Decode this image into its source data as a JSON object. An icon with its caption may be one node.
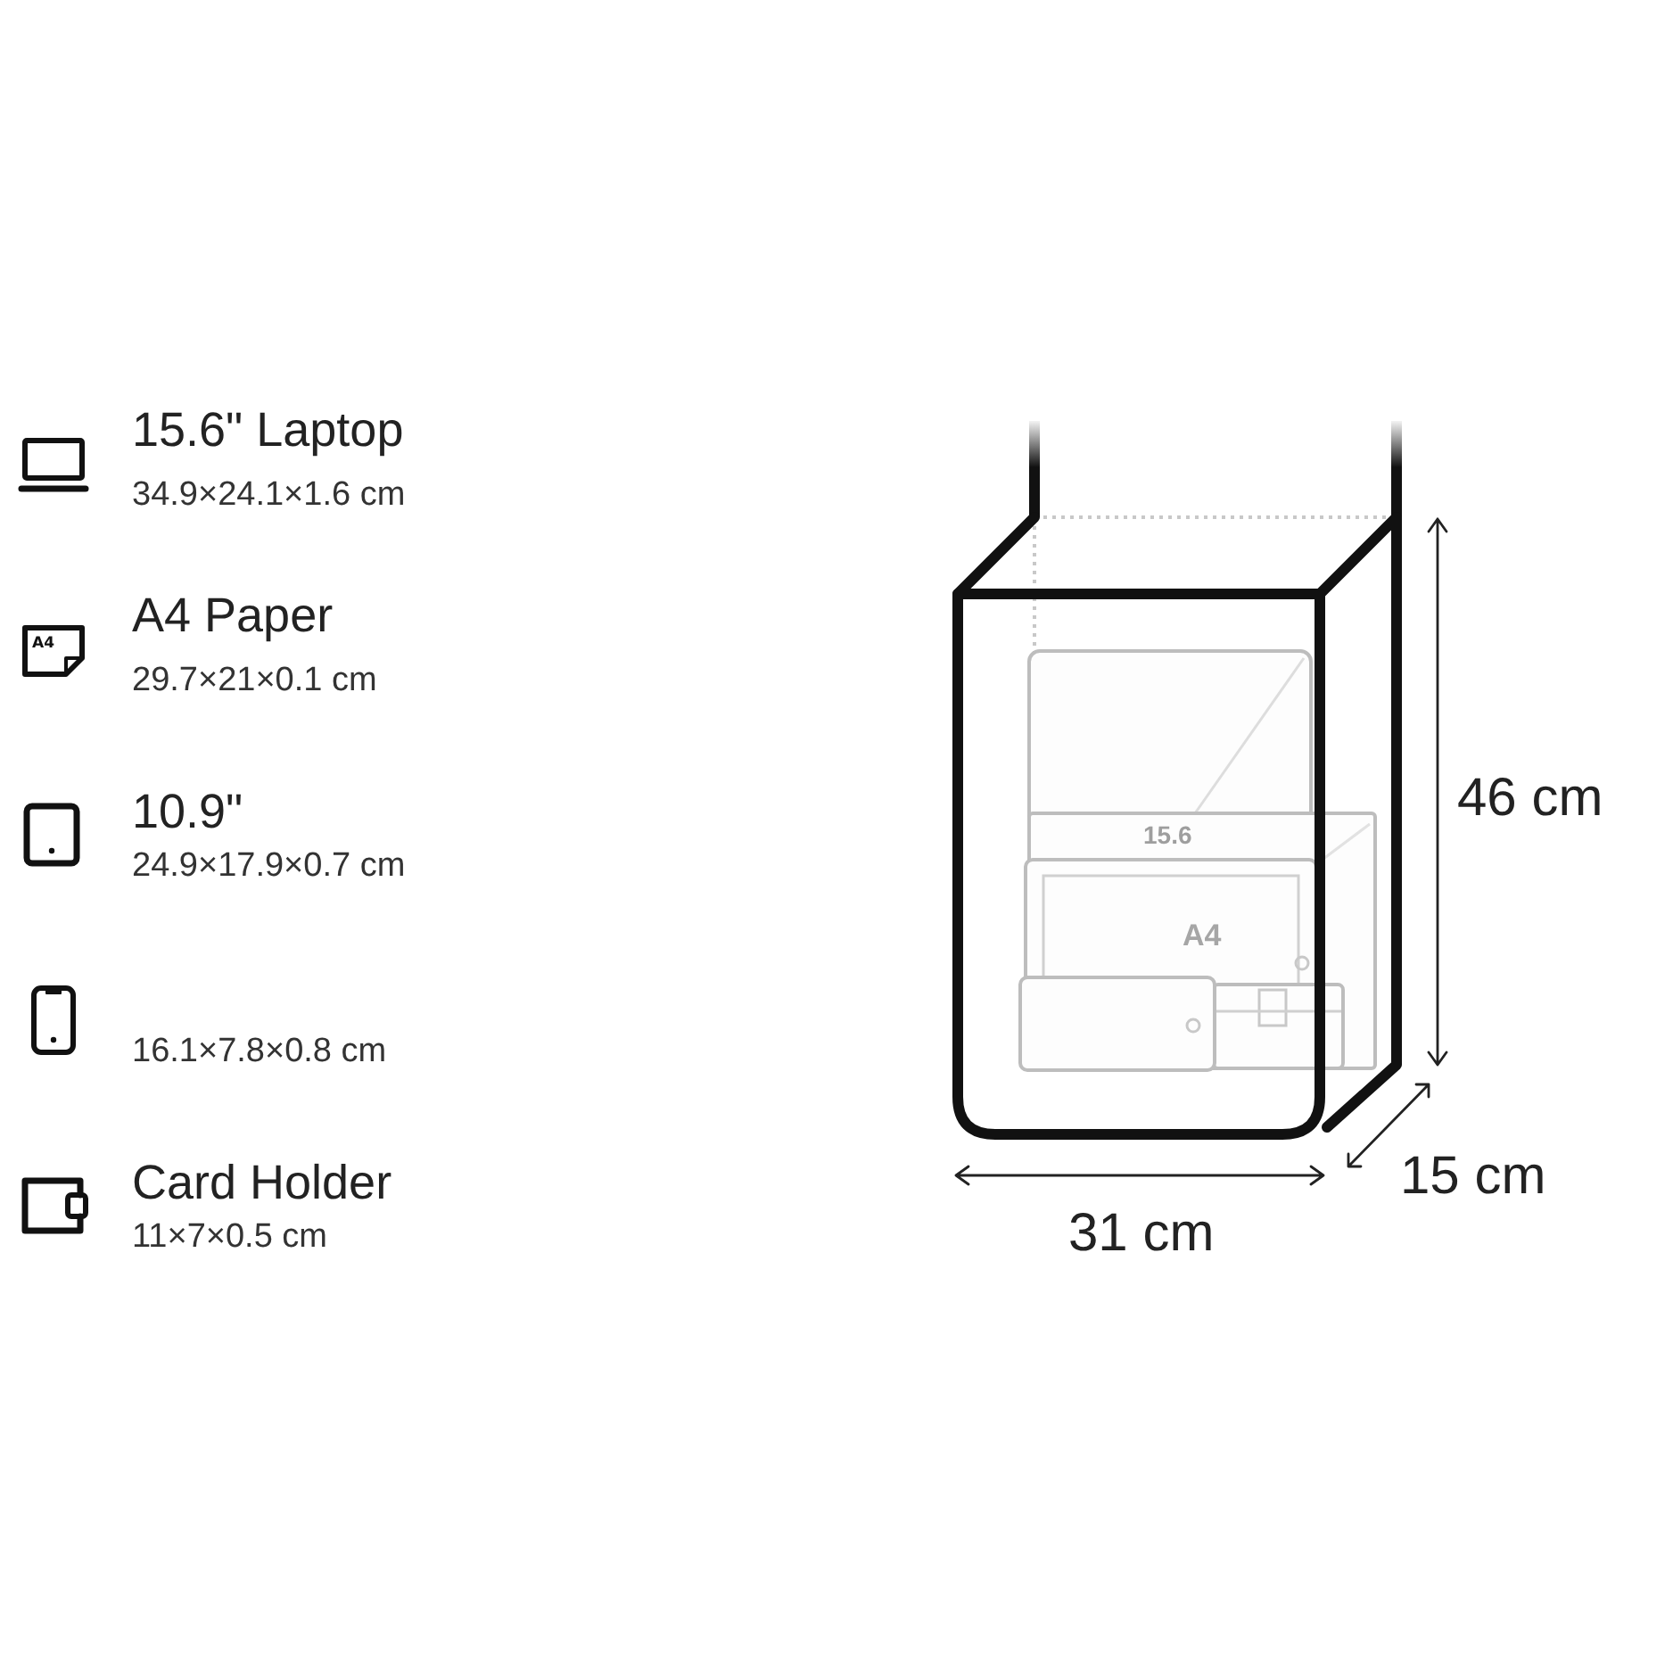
{
  "diagram": {
    "labels": [
      "15.6\" Laptop",
      "34.9×24.1×1.6 cm",
      "A4",
      "A4 Paper",
      "29.7×21×0.1 cm",
      "10.9\"",
      "24.9×17.9×0.7 cm",
      "16.1×7.8×0.8 cm",
      "Card Holder",
      "11×7×0.5 cm",
      "15.6",
      "A4",
      "46 cm",
      "15 cm",
      "31 cm"
    ]
  }
}
